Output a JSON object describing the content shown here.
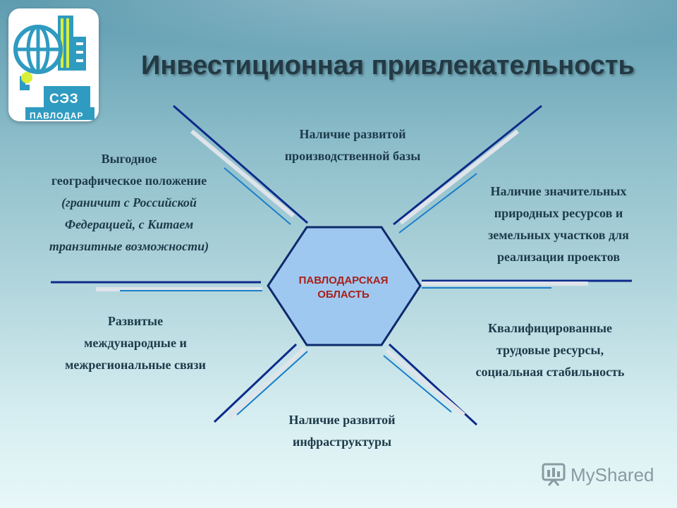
{
  "title": "Инвестиционная привлекательность",
  "logo": {
    "abbr": "СЭЗ",
    "city": "ПАВЛОДАР"
  },
  "center": {
    "line1": "ПАВЛОДАРСКАЯ",
    "line2": "ОБЛАСТЬ"
  },
  "blocks": {
    "production": {
      "lines": [
        "Наличие развитой",
        "производственной базы"
      ]
    },
    "resources": {
      "lines": [
        "Наличие значительных",
        "природных ресурсов  и",
        "земельных участков для",
        "реализации проектов"
      ]
    },
    "geography": {
      "lines": [
        "Выгодное",
        "географическое положение"
      ],
      "italic_lines": [
        "(граничит с Российской",
        "Федерацией, с Китаем",
        "транзитные возможности)"
      ]
    },
    "labor": {
      "lines": [
        "Квалифицированные",
        "трудовые ресурсы,",
        "социальная стабильность"
      ]
    },
    "relations": {
      "lines": [
        "Развитые",
        "международные и",
        "межрегиональные связи"
      ]
    },
    "infrastructure": {
      "lines": [
        "Наличие развитой",
        "инфраструктуры"
      ]
    }
  },
  "watermark": "MyShared",
  "colors": {
    "hex_fill": "#9fc8f0",
    "hex_stroke": "#0d2a6b",
    "accent_text": "#a8201a",
    "line_dark": "#0d2a8a",
    "line_light": "#1a7fc8"
  }
}
